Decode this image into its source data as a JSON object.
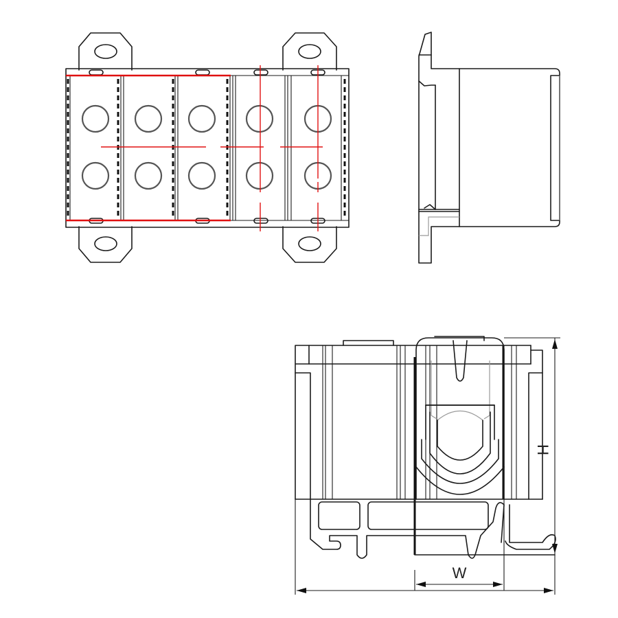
{
  "drawing": {
    "title": "Terminal block technical drawing",
    "views": [
      {
        "id": "top-view",
        "description": "Top view with 5 poles, 2 screw holes each, 4 mounting ears"
      },
      {
        "id": "side-view",
        "description": "Side profile view"
      },
      {
        "id": "front-view",
        "description": "Front cross-section with DIN-rail foot and dimensions"
      }
    ],
    "top_view": {
      "poles": 5,
      "holes_per_pole": 2,
      "mounting_ears": 4
    },
    "dimensions": {
      "height_label": "H",
      "width_label": "W"
    },
    "colors": {
      "line": "#1a1a1a",
      "centerline": "#e01010",
      "hole": "#555555",
      "background": "#ffffff"
    }
  }
}
